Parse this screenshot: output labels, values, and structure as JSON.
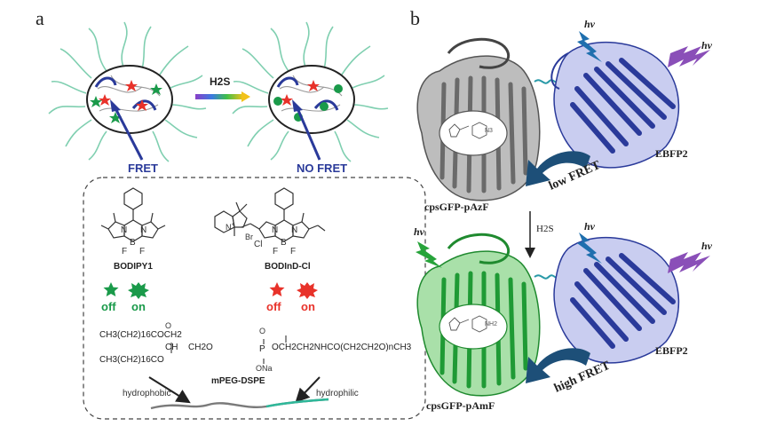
{
  "panel_a": {
    "letter": "a",
    "reagent": "H2S",
    "fret_label": "FRET",
    "no_fret_label": "NO FRET",
    "dyes": [
      {
        "name": "BODIPY1",
        "off": "off",
        "on": "on",
        "color": "#1a9a4a"
      },
      {
        "name": "BODInD-Cl",
        "off": "off",
        "on": "on",
        "color": "#e8322a"
      }
    ],
    "atoms": {
      "n_plus": "N",
      "plus": "+",
      "n": "N",
      "b": "B",
      "f": "F",
      "br": "Br",
      "cl": "Cl"
    },
    "lipid": {
      "line1": "CH3(CH2)16COCH2",
      "line2": "CH3(CH2)16CO",
      "line2b": "CH",
      "line3": "CH2O",
      "line3b": "P",
      "line3c": "OCH2CH2NHCO(CH2CH2O)nCH3",
      "o_top": "O",
      "o_bottom": "O",
      "ona": "ONa",
      "name": "mPEG-DSPE",
      "hydrophobic": "hydrophobic",
      "hydrophilic": "hydrophilic"
    }
  },
  "panel_b": {
    "letter": "b",
    "hv": "hv",
    "reagent": "H2S",
    "top_protein": "cpsGFP-pAzF",
    "bottom_protein": "cpsGFP-pAmF",
    "partner": "EBFP2",
    "low": "low FRET",
    "high": "high FRET",
    "n3": "N3",
    "nh2": "NH2"
  },
  "colors": {
    "micelle_strand": "#7fcfb0",
    "fret_blue": "#2a3a9a",
    "donor_green": "#1a9a4a",
    "acceptor_red": "#e8322a",
    "gfp_gray": "#7a7a7a",
    "gfp_green": "#2faa3c",
    "ebfp_blue": "#2a3a9a",
    "arrow_teal": "#1d4f78",
    "bolt_blue": "#1f6fae",
    "bolt_purple": "#8a4fb8",
    "bolt_green": "#27a33a"
  }
}
